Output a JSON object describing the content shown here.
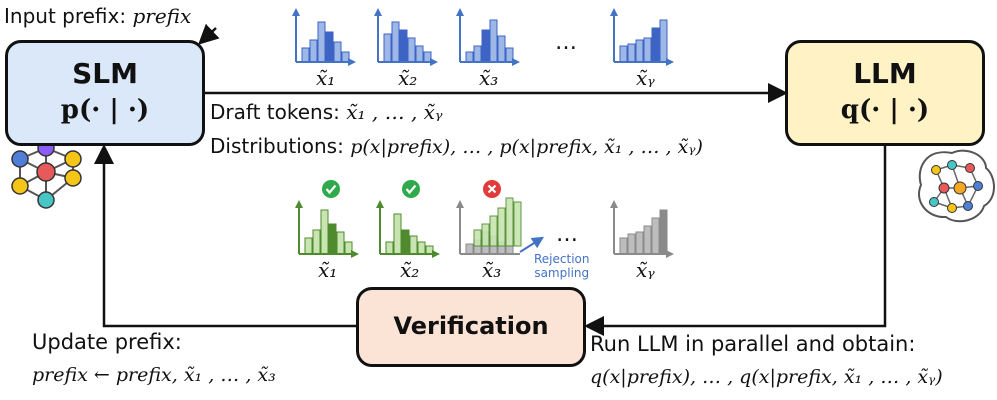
{
  "input_prefix": {
    "label": "Input prefix: ",
    "value": "prefix"
  },
  "slm": {
    "title": "SLM",
    "subtitle": "p(· | ·)"
  },
  "llm": {
    "title": "LLM",
    "subtitle": "q(· | ·)"
  },
  "verification": {
    "title": "Verification"
  },
  "draft": {
    "label": "Draft tokens: ",
    "tokens": "x̃₁ , … , x̃ᵧ",
    "dist_label": "Distributions: ",
    "dist_value": "p(x|prefix), … , p(x|prefix, x̃₁ , … , x̃ᵧ)"
  },
  "top_hist_labels": [
    "x̃₁",
    "x̃₂",
    "x̃₃",
    "x̃ᵧ"
  ],
  "bottom_hist_labels": [
    "x̃₁",
    "x̃₂",
    "x̃₃",
    "x̃ᵧ"
  ],
  "ellipsis": "…",
  "rejection": {
    "line1": "Rejection",
    "line2": "sampling"
  },
  "update": {
    "label": "Update prefix:",
    "value": "prefix ← prefix, x̃₁ , … , x̃₃"
  },
  "run": {
    "label": "Run LLM in parallel and obtain:",
    "value": "q(x|prefix), … , q(x|prefix, x̃₁ , … , x̃ᵧ)"
  },
  "colors": {
    "blue_bar": "#9db7e6",
    "blue_dark": "#3d63c4",
    "blue_axis": "#4472c4",
    "green_bar": "#c8e4b0",
    "green_dark": "#4f8a2f",
    "green_axis": "#4f8a2f",
    "gray_bar": "#bdbdbd",
    "gray_dark": "#8a8a8a",
    "gray_axis": "#8a8a8a",
    "accept": "#2eaa4a",
    "reject": "#e23b3b",
    "rejection_text": "#4472c4"
  },
  "icons": [
    "check-icon",
    "cross-icon",
    "graph-network-icon",
    "brain-network-icon"
  ]
}
